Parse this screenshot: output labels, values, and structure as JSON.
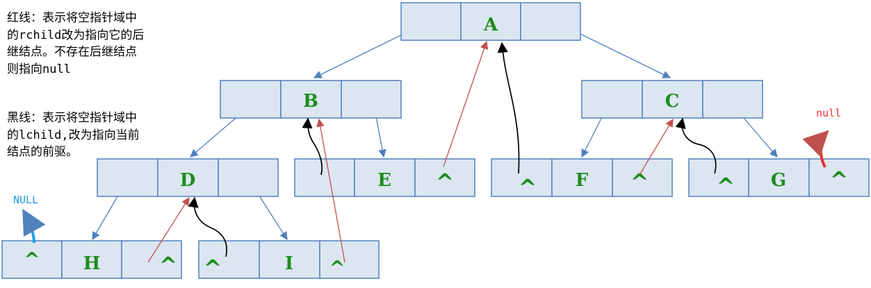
{
  "legend": {
    "red": [
      "红线：表示将空指针域中",
      "的rchild改为指向它的后",
      "继结点。不存在后继结点",
      "则指向null"
    ],
    "black": [
      "黑线：表示将空指针域中",
      "的lchild,改为指向当前",
      "结点的前驱。"
    ]
  },
  "annotations": {
    "null_upper": "NULL",
    "null_lower": "null"
  },
  "nodes": {
    "A": {
      "label": "A",
      "left": "",
      "right": ""
    },
    "B": {
      "label": "B",
      "left": "",
      "right": ""
    },
    "C": {
      "label": "C",
      "left": "",
      "right": ""
    },
    "D": {
      "label": "D",
      "left": "",
      "right": ""
    },
    "E": {
      "label": "E",
      "left": "",
      "right": "^"
    },
    "F": {
      "label": "F",
      "left": "^",
      "right": "^"
    },
    "G": {
      "label": "G",
      "left": "^",
      "right": "^"
    },
    "H": {
      "label": "H",
      "left": "^",
      "right": "^"
    },
    "I": {
      "label": "I",
      "left": "^",
      "right": "^"
    }
  },
  "colors": {
    "cell_fill": "#dce6f1",
    "cell_stroke": "#4f81bd",
    "child_link": "#4f81bd",
    "successor_thread": "#c0504d",
    "predecessor_thread": "#000000",
    "node_label": "#1e8c1e",
    "null_upper": "#1ea0e6",
    "null_lower": "#e63232"
  }
}
